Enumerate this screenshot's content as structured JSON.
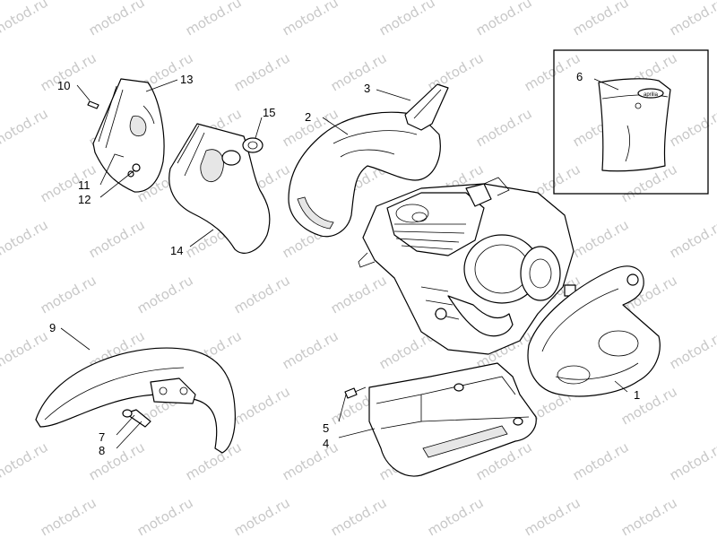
{
  "watermark": "motod.ru",
  "callouts": [
    "1",
    "2",
    "3",
    "4",
    "5",
    "6",
    "7",
    "8",
    "9",
    "10",
    "11",
    "12",
    "13",
    "14",
    "15"
  ],
  "sticker_text": "aprilia",
  "colors": {
    "line": "#000000",
    "watermark": "#c8c8c8",
    "background": "#ffffff"
  }
}
